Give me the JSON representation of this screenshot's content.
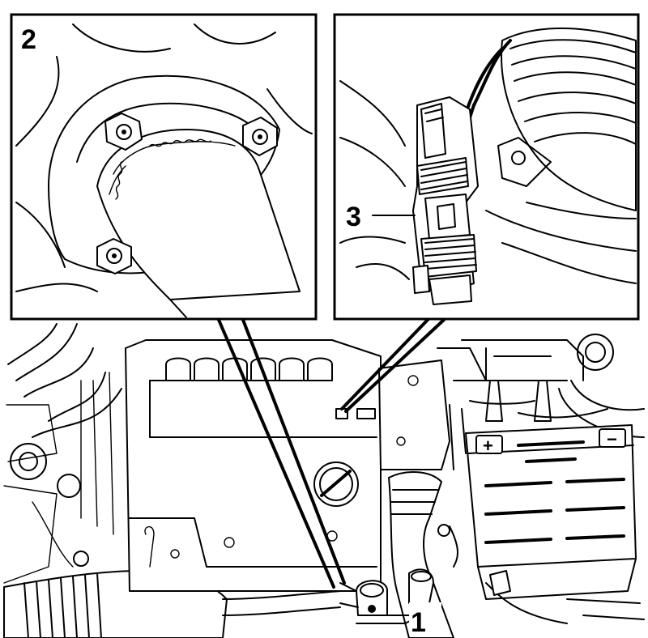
{
  "callouts": {
    "label_1": "1",
    "label_2": "2",
    "label_3": "3"
  },
  "battery": {
    "plus_symbol": "+",
    "minus_symbol": "−"
  }
}
